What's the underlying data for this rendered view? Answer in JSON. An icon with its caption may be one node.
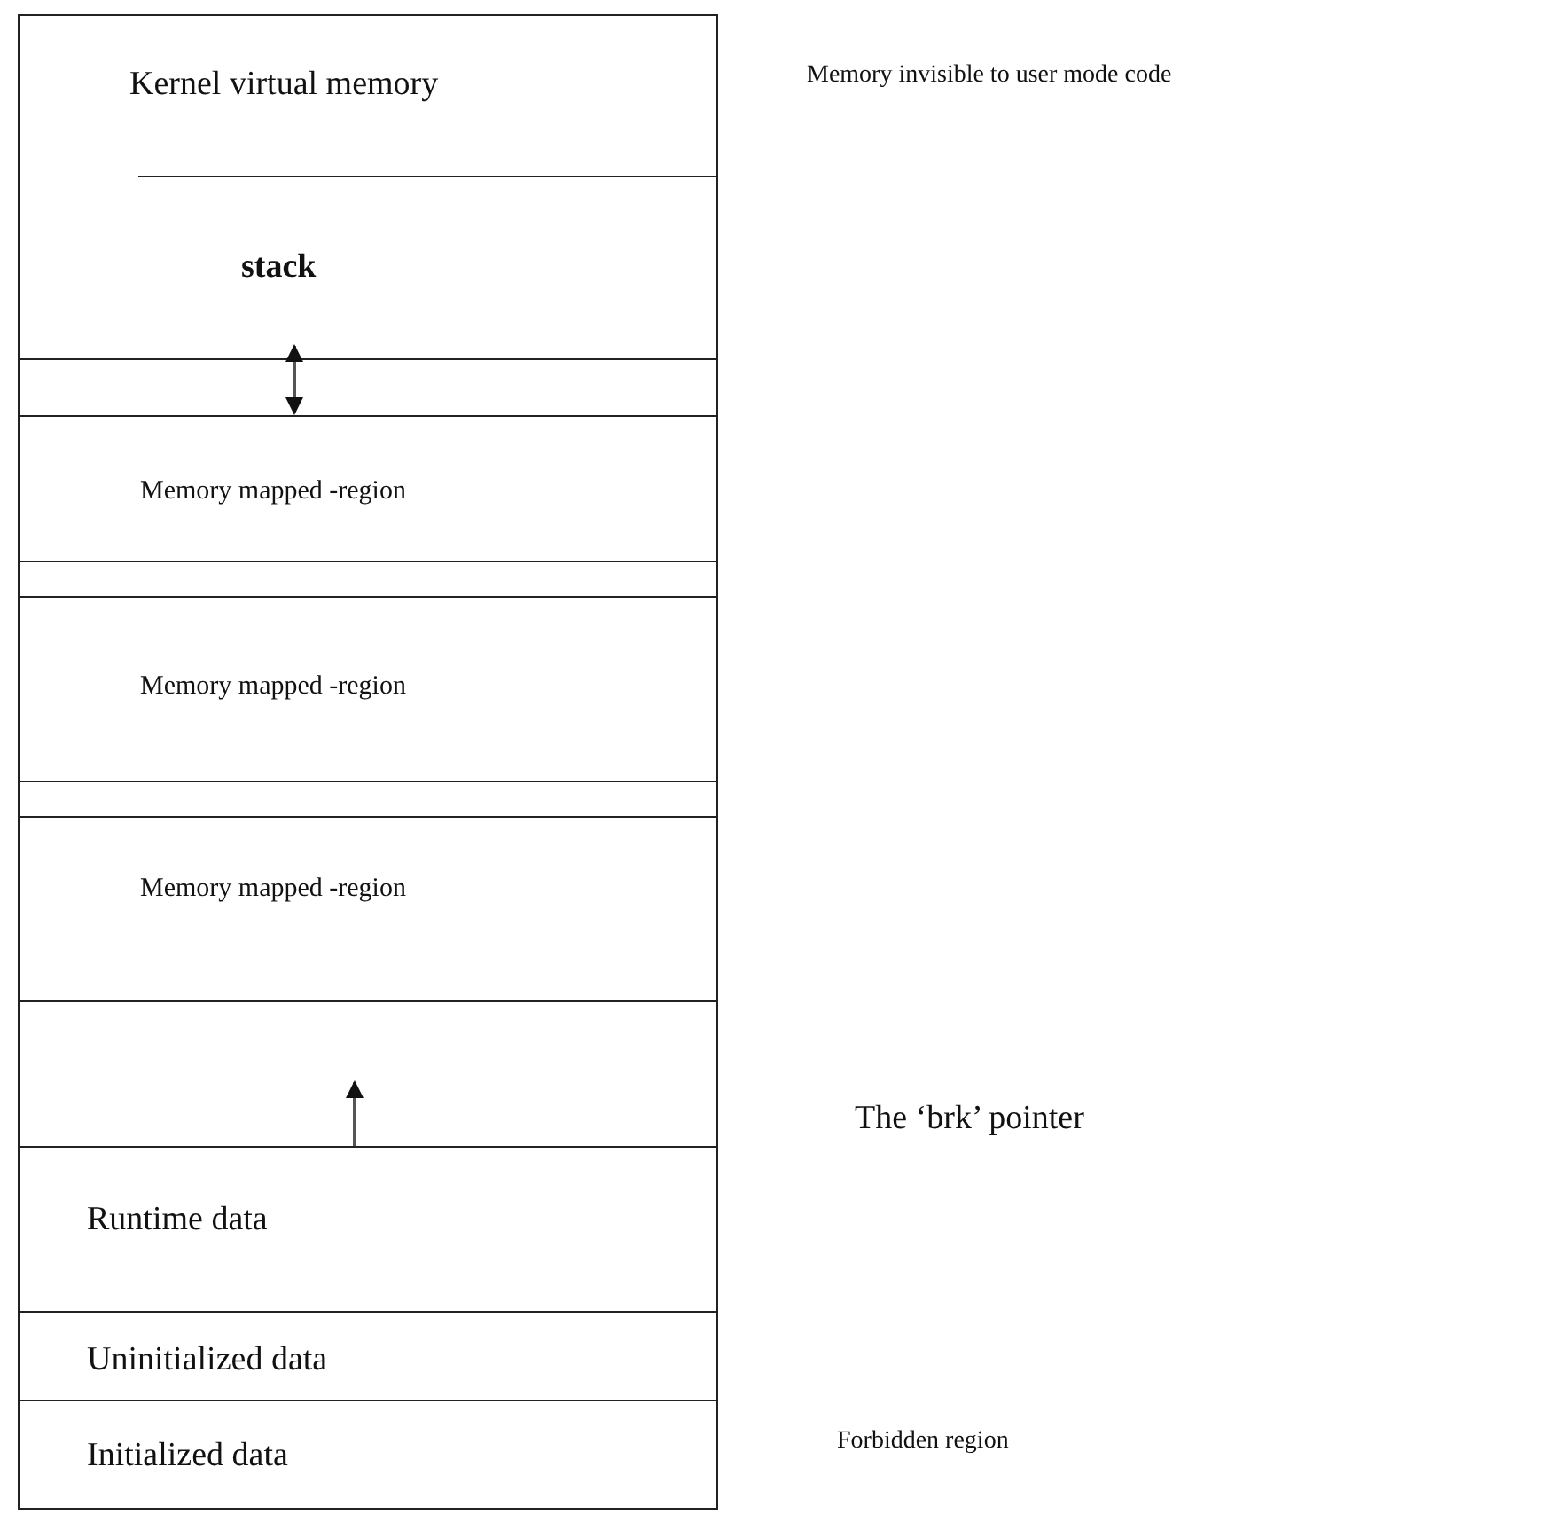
{
  "diagram": {
    "nodes": [
      {
        "text": [
          "Kernel virtual memory"
        ]
      },
      {
        "text": [
          "stack"
        ]
      },
      {
        "text": [],
        "shape": "box"
      },
      {
        "text": [
          "Memory mapped -region"
        ]
      },
      {
        "text": [],
        "shape": "box"
      },
      {
        "text": [
          "Memory mapped -region"
        ]
      },
      {
        "text": [],
        "shape": "box"
      },
      {
        "text": [
          "Memory mapped -region"
        ]
      },
      {
        "text": [],
        "shape": "box"
      },
      {
        "text": [
          "Runtime data"
        ]
      },
      {
        "text": [
          "Uninitialized data"
        ]
      },
      {
        "text": [
          "Initialized data"
        ]
      }
    ],
    "labels": [
      "Memory invisible to user mode code",
      "The ‘brk’ pointer",
      "Forbidden region"
    ]
  }
}
